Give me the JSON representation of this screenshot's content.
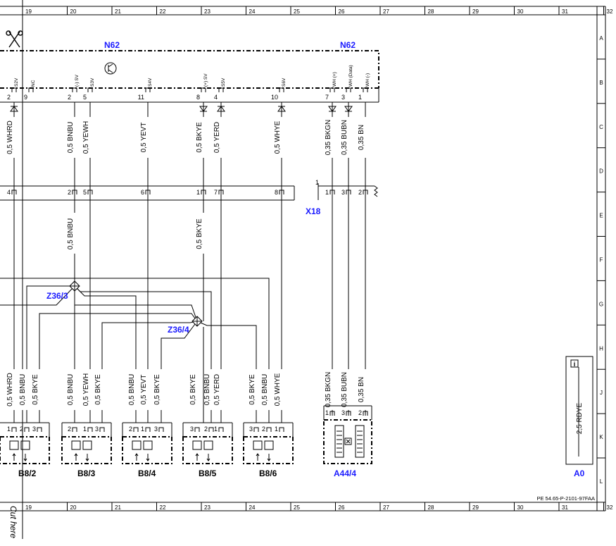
{
  "frame": {
    "columns": [
      "19",
      "20",
      "21",
      "22",
      "23",
      "24",
      "25",
      "26",
      "27",
      "28",
      "29",
      "30",
      "31",
      "32"
    ],
    "rows": [
      "A",
      "B",
      "C",
      "D",
      "E",
      "F",
      "G",
      "H",
      "J",
      "K",
      "L"
    ],
    "cut_label": "Cut here",
    "drawing_number": "PE 54.65-P-2101-97FAA"
  },
  "component_labels": {
    "n62_left": "N62",
    "n62_right": "N62",
    "x18": "X18",
    "z36_3": "Z36/3",
    "z36_4": "Z36/4",
    "a0": "A0",
    "a44_4": "A44/4",
    "b8_2": "B8/2",
    "b8_3": "B8/3",
    "b8_4": "B8/4",
    "b8_5": "B8/5",
    "b8_6": "B8/6"
  },
  "n62_pins": [
    {
      "pin": "2",
      "signal": "S2V"
    },
    {
      "pin": "9",
      "signal": "NC"
    },
    {
      "pin": "2",
      "signal": "(-) SV"
    },
    {
      "pin": "5",
      "signal": "S3V"
    },
    {
      "pin": "11",
      "signal": "S4V"
    },
    {
      "pin": "8",
      "signal": "(+) SV"
    },
    {
      "pin": "4",
      "signal": "S5V"
    },
    {
      "pin": "10",
      "signal": "S6V"
    },
    {
      "pin": "7",
      "signal": "WH (+)"
    },
    {
      "pin": "3",
      "signal": "WH (Data)"
    },
    {
      "pin": "1",
      "signal": "WH (-)"
    }
  ],
  "wires_top": [
    "0,5 WHRD",
    "0,5 BNBU",
    "0,5 YEWH",
    "0,5 YEVT",
    "0,5 BKYE",
    "0,5 YERD",
    "0,5 WHYE",
    "0,35 BKGN",
    "0,35 BUBN",
    "0,35 BN"
  ],
  "x_connector_pins": [
    "4",
    "2",
    "5",
    "6",
    "1",
    "7",
    "8",
    "1",
    "1",
    "3",
    "2"
  ],
  "wires_mid": [
    "0,5 BNBU",
    "0,5 BKYE"
  ],
  "wires_bottom": [
    "0,5 WHRD",
    "0,5 BNBU",
    "0,5 BKYE",
    "0,5 BNBU",
    "0,5 YEWH",
    "0,5 BKYE",
    "0,5 BNBU",
    "0,5 YEVT",
    "0,5 BKYE",
    "0,5 BKYE",
    "0,5 BNBU",
    "0,5 YERD",
    "0,5 BKYE",
    "0,5 BNBU",
    "0,5 WHYE",
    "0,35 BKGN",
    "0,35 BUBN",
    "0,35 BN"
  ],
  "sensor_pins": [
    "1",
    "2",
    "3",
    "2",
    "1",
    "3",
    "2",
    "1",
    "3",
    "3",
    "2",
    "1",
    "3",
    "2",
    "1"
  ],
  "a44_pins": [
    "1",
    "3",
    "2"
  ],
  "a0_wire": "2,5 RDYE",
  "colors": {
    "line": "#000000",
    "label_blue": "#1a1aff"
  }
}
